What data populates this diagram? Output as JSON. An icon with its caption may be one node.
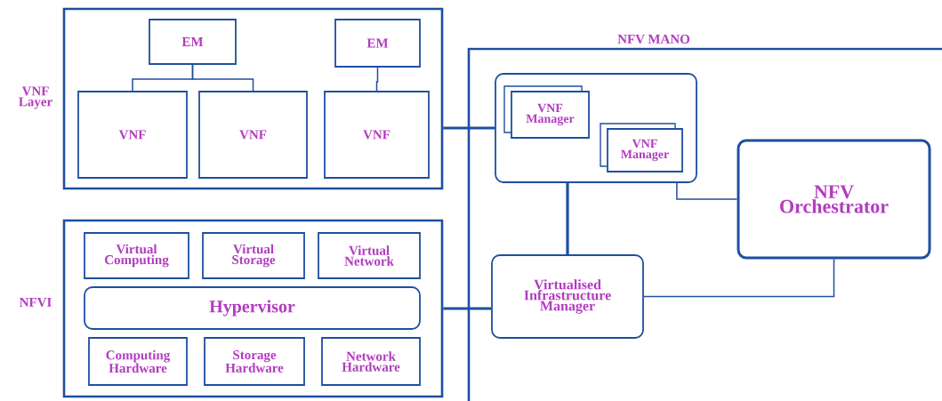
{
  "diagram": {
    "nodes": [
      {
        "text": [
          "VNF Layer"
        ]
      },
      {
        "text": [
          "EM"
        ],
        "in": 0
      },
      {
        "text": [
          "EM"
        ],
        "in": 0
      },
      {
        "text": [
          "VNF"
        ],
        "in": 0
      },
      {
        "text": [
          "VNF"
        ],
        "in": 0
      },
      {
        "text": [
          "VNF"
        ],
        "in": 0
      },
      {
        "text": [
          "NFVI"
        ]
      },
      {
        "text": [
          "Virtual Computing"
        ],
        "in": 6
      },
      {
        "text": [
          "Virtual Storage"
        ],
        "in": 6
      },
      {
        "text": [
          "Virtual Network"
        ],
        "in": 6
      },
      {
        "text": [
          "Hypervisor"
        ],
        "in": 6
      },
      {
        "text": [
          "Computing Hardware"
        ],
        "in": 6
      },
      {
        "text": [
          "Storage Hardware"
        ],
        "in": 6
      },
      {
        "text": [
          "Network Hardware"
        ],
        "in": 6
      },
      {
        "text": [
          "NFV MANO"
        ]
      },
      {
        "text": [],
        "shape": "box",
        "in": 14
      },
      {
        "text": [
          "VNF Manager"
        ],
        "in": 15
      },
      {
        "text": [
          "VNF Manager"
        ],
        "in": 15
      },
      {
        "text": [
          "NFV Orchestrator"
        ],
        "in": 14
      },
      {
        "text": [
          "Virtualised Infrastructure Manager"
        ],
        "in": 14
      }
    ],
    "edges": [
      {
        "from": 1,
        "to": 3,
        "arrow": "none"
      },
      {
        "from": 1,
        "to": 4,
        "arrow": "none"
      },
      {
        "from": 2,
        "to": 5,
        "arrow": "none"
      },
      {
        "from": 0,
        "to": 15,
        "arrow": "none",
        "style": "thick"
      },
      {
        "from": 6,
        "to": 19,
        "arrow": "none",
        "style": "thick"
      },
      {
        "from": 15,
        "to": 19,
        "arrow": "none",
        "style": "thick"
      },
      {
        "from": 15,
        "to": 18,
        "arrow": "none"
      },
      {
        "from": 19,
        "to": 18,
        "arrow": "none"
      }
    ]
  }
}
